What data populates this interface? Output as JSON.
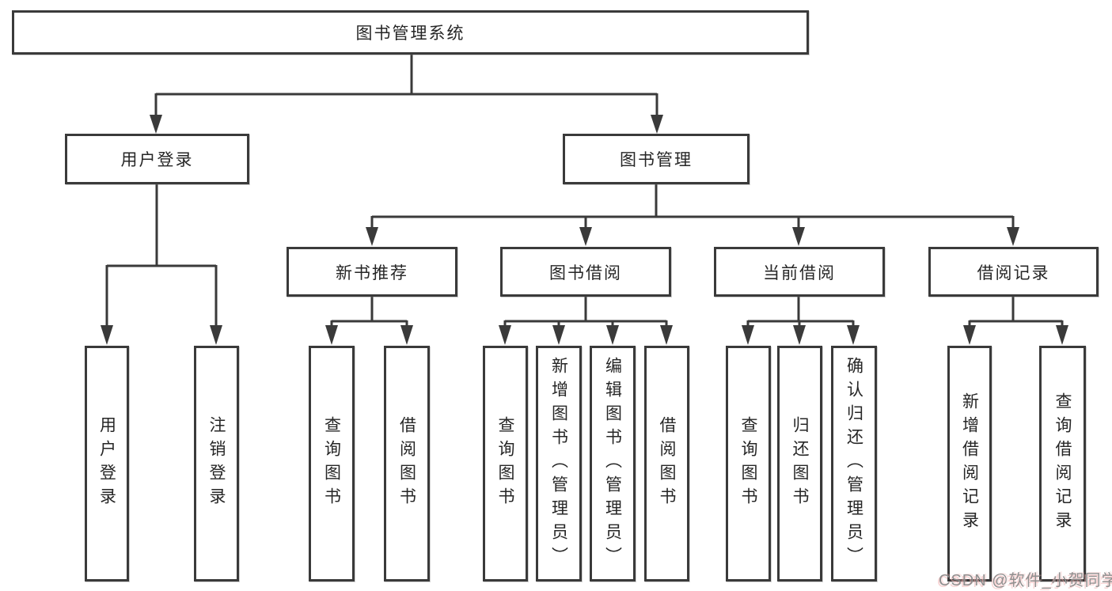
{
  "diagram_type": "hierarchy-tree",
  "colors": {
    "line": "#3a3a3a",
    "box_border": "#3a3a3a",
    "text": "#262626",
    "background": "#ffffff",
    "watermark_gray": "#8f8f8f",
    "watermark_pink": "#f2b4b4"
  },
  "tree": {
    "label": "图书管理系统",
    "children": [
      {
        "label": "用户登录",
        "children": [
          {
            "label": "用户登录"
          },
          {
            "label": "注销登录"
          }
        ]
      },
      {
        "label": "图书管理",
        "children": [
          {
            "label": "新书推荐",
            "children": [
              {
                "label": "查询图书"
              },
              {
                "label": "借阅图书"
              }
            ]
          },
          {
            "label": "图书借阅",
            "children": [
              {
                "label": "查询图书"
              },
              {
                "label": "新增图书（管理员）"
              },
              {
                "label": "编辑图书（管理员）"
              },
              {
                "label": "借阅图书"
              }
            ]
          },
          {
            "label": "当前借阅",
            "children": [
              {
                "label": "查询图书"
              },
              {
                "label": "归还图书"
              },
              {
                "label": "确认归还（管理员）"
              }
            ]
          },
          {
            "label": "借阅记录",
            "children": [
              {
                "label": "新增借阅记录"
              },
              {
                "label": "查询借阅记录"
              }
            ]
          }
        ]
      }
    ]
  },
  "watermark": {
    "text": "CSDN @软件_小贺同学"
  }
}
